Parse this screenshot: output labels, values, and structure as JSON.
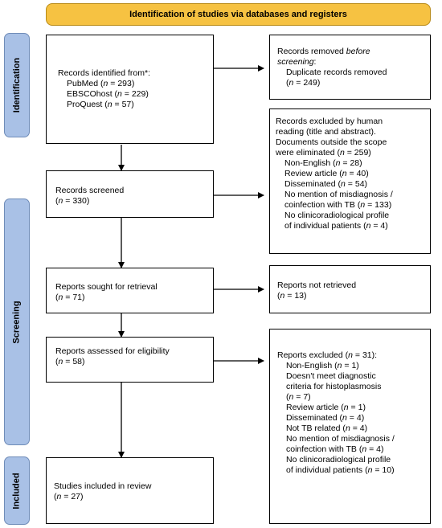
{
  "banner": {
    "title": "Identification of studies via databases and registers"
  },
  "phases": {
    "identification": "Identification",
    "screening": "Screening",
    "included": "Included"
  },
  "boxes": {
    "identified": {
      "heading": "Records identified from*:",
      "sources": [
        {
          "name": "PubMed",
          "count": "293"
        },
        {
          "name": "EBSCOhost",
          "count": "229"
        },
        {
          "name": "ProQuest",
          "count": "57"
        }
      ]
    },
    "removed": {
      "heading_plain": "Records removed ",
      "heading_italic": "before screening",
      "heading_tail": ":",
      "items": [
        {
          "label": "Duplicate records removed",
          "count": "249"
        }
      ]
    },
    "screened": {
      "heading": "Records screened",
      "count": "330"
    },
    "excluded_screening": {
      "lines": [
        "Records excluded by human",
        "reading (title and abstract).",
        "Documents outside the scope"
      ],
      "eliminated_prefix": "were eliminated (",
      "eliminated_count": "259",
      "items": [
        {
          "label": "Non-English",
          "count": "28"
        },
        {
          "label": "Review article",
          "count": "40"
        },
        {
          "label": "Disseminated",
          "count": "54"
        }
      ],
      "misdiagnosis_line1": "No mention of misdiagnosis /",
      "misdiagnosis_line2_prefix": "coinfection with TB (",
      "misdiagnosis_count": "133",
      "clinico_line1": "No clinicoradiological profile",
      "clinico_line2_prefix": "of individual patients (",
      "clinico_count": "4"
    },
    "sought": {
      "heading": "Reports sought for retrieval",
      "count": "71"
    },
    "not_retrieved": {
      "heading": "Reports not retrieved",
      "count": "13"
    },
    "assessed": {
      "heading": "Reports assessed for eligibility",
      "count": "58"
    },
    "excluded_reports": {
      "heading_prefix": "Reports excluded (",
      "heading_count": "31",
      "items": [
        {
          "label": "Non-English",
          "count": "1"
        }
      ],
      "diag_line1": "Doesn't meet diagnostic",
      "diag_line2": "criteria for histoplasmosis",
      "diag_count": "7",
      "items2": [
        {
          "label": "Review article",
          "count": "1"
        },
        {
          "label": "Disseminated",
          "count": "4"
        },
        {
          "label": "Not TB related",
          "count": "4"
        }
      ],
      "misdiagnosis_line1": "No mention of misdiagnosis /",
      "misdiagnosis_line2_prefix": "coinfection with TB (",
      "misdiagnosis_count": "4",
      "clinico_line1": "No clinicoradiological profile",
      "clinico_line2_prefix": "of individual patients (",
      "clinico_count": "10"
    },
    "included": {
      "heading": "Studies included in review",
      "count": "27"
    }
  },
  "n_symbol": "n",
  "eq": " = "
}
